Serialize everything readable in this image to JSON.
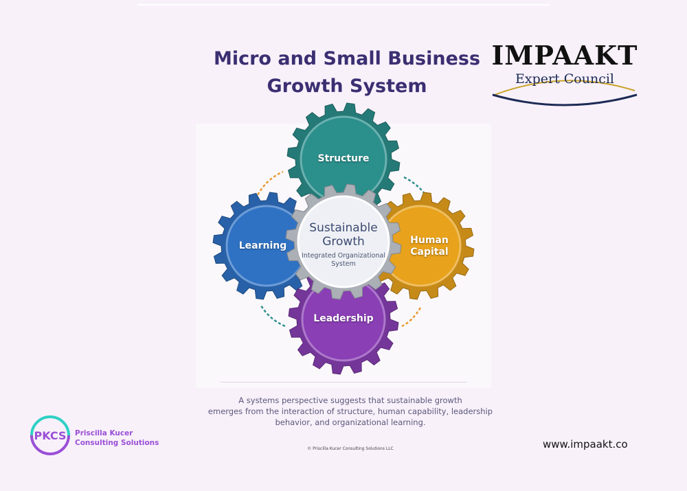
{
  "title": {
    "line1": "Micro and Small Business",
    "line2": "Growth System"
  },
  "brand": {
    "name": "IMPAAKT",
    "subtitle": "Expert Council"
  },
  "diagram": {
    "gears": [
      {
        "label": "Structure",
        "color": "#2b8f8c"
      },
      {
        "label": "Learning",
        "color": "#2f72c4"
      },
      {
        "label": "Human Capital",
        "color": "#e8a21c"
      },
      {
        "label": "Leadership",
        "color": "#8a3fb5"
      }
    ],
    "center": {
      "title_line1": "Sustainable",
      "title_line2": "Growth",
      "sub_line1": "Integrated Organizational",
      "sub_line2": "System",
      "color": "#c9ced6"
    }
  },
  "description": {
    "line1": "A systems perspective suggests that sustainable growth",
    "line2": "emerges from the interaction of structure, human capability, leadership",
    "line3": "behavior, and organizational learning."
  },
  "copyright": "© Priscilla Kucer Consulting Solutions LLC",
  "company": {
    "logo_text": "PKCS",
    "line1": "Priscilla Kucer",
    "line2": "Consulting Solutions"
  },
  "website": "www.impaakt.co"
}
